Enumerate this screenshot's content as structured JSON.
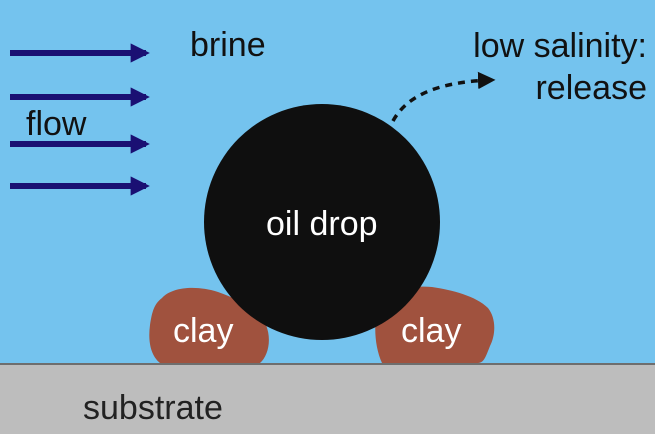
{
  "labels": {
    "brine": "brine",
    "flow": "flow",
    "low_salinity": "low salinity:",
    "release": "release",
    "oil_drop": "oil drop",
    "clay_left": "clay",
    "clay_right": "clay",
    "substrate": "substrate"
  },
  "colors": {
    "brine": "#74c3ee",
    "substrate": "#bdbdbd",
    "oil_drop": "#0f0f0f",
    "clay": "#a0523e",
    "flow_arrows": "#1a1073",
    "release_arrow": "#111111"
  },
  "icons": {
    "flow": "arrow-right-icon",
    "release": "dashed-curved-arrow-icon"
  }
}
